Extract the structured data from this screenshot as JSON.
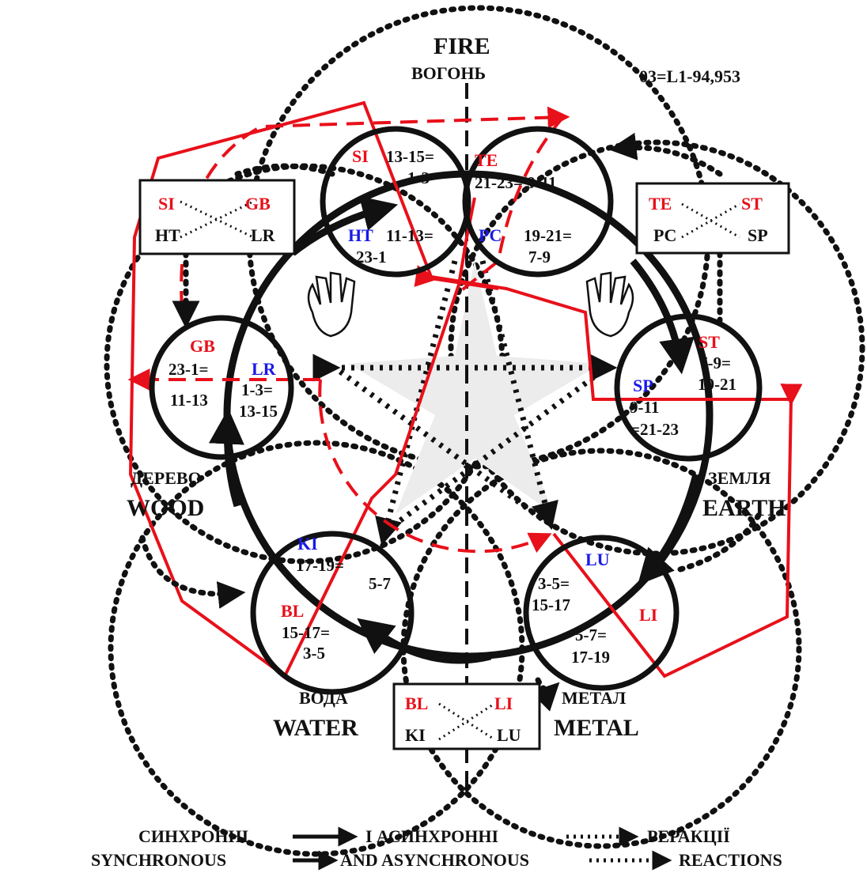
{
  "header": {
    "fire_en": "FIRE",
    "fire_uk": "ВОГОНЬ",
    "reference": "03=L1-94,953"
  },
  "elements": {
    "wood": {
      "uk": "ДЕРЕВО",
      "en": "WOOD"
    },
    "earth": {
      "uk": "ЗЕМЛЯ",
      "en": "EARTH"
    },
    "water": {
      "uk": "ВОДА",
      "en": "WATER"
    },
    "metal": {
      "uk": "МЕТАЛ",
      "en": "METAL"
    }
  },
  "organs": {
    "si": {
      "code": "SI",
      "time": "13-15=",
      "time2": "1-3"
    },
    "te": {
      "code": "TE",
      "time": "21-23= 9-11"
    },
    "ht": {
      "code": "HT",
      "time": "11-13=",
      "time2": "23-1"
    },
    "pc": {
      "code": "PC",
      "time": "19-21=",
      "time2": "7-9"
    },
    "gb": {
      "code": "GB",
      "time": "23-1=",
      "time2": "11-13"
    },
    "lr": {
      "code": "LR",
      "time": "1-3=",
      "time2": "13-15"
    },
    "st": {
      "code": "ST",
      "time": "7-9=",
      "time2": "19-21"
    },
    "sp": {
      "code": "SP",
      "time": "9-11",
      "time2": "=21-23"
    },
    "ki": {
      "code": "KI",
      "time": "17-19=",
      "time2": "5-7"
    },
    "bl": {
      "code": "BL",
      "time": "15-17=",
      "time2": "3-5"
    },
    "lu": {
      "code": "LU",
      "time": "3-5=",
      "time2": "15-17"
    },
    "li": {
      "code": "LI",
      "time": "5-7=",
      "time2": "17-19"
    }
  },
  "boxes": {
    "left": {
      "tl": "SI",
      "tr": "GB",
      "bl": "HT",
      "br": "LR"
    },
    "right": {
      "tl": "TE",
      "tr": "ST",
      "bl": "PC",
      "br": "SP"
    },
    "bottom": {
      "tl": "BL",
      "tr": "LI",
      "bl": "KI",
      "br": "LU"
    }
  },
  "legend": {
    "line1": {
      "a": "СИНХРОННІ",
      "b": "І АСИНХРОННІ",
      "c": "РЕРАКЦІЇ"
    },
    "line2": {
      "a": "SYNCHRONOUS",
      "b": "AND  ASYNCHRONOUS",
      "c": "REACTIONS"
    }
  },
  "colors": {
    "yang": "#e8101a",
    "yin": "#1a1ae6",
    "ink": "#111111",
    "star_fill": "#ececec"
  }
}
